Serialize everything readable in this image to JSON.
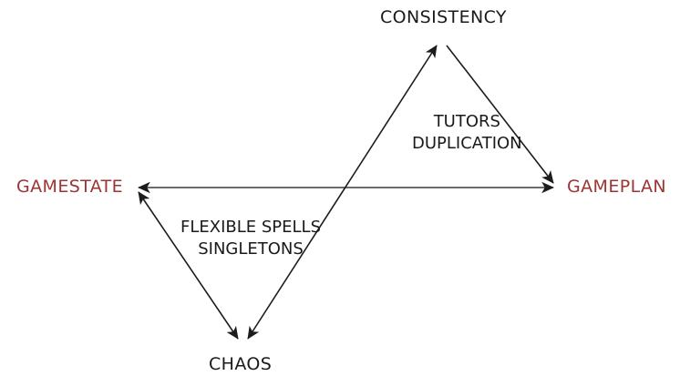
{
  "diagram": {
    "type": "tension-bowtie",
    "background_color": "#ffffff",
    "accent_color": "#9c3434",
    "line_color": "#262626",
    "text_color": "#1a1a1a",
    "nodes": [
      {
        "id": "gamestate",
        "label": "GAMESTATE",
        "position": "left",
        "color": "#9c3434"
      },
      {
        "id": "gameplan",
        "label": "GAMEPLAN",
        "position": "right",
        "color": "#9c3434"
      },
      {
        "id": "consistency",
        "label": "CONSISTENCY",
        "position": "top",
        "color": "#1a1a1a"
      },
      {
        "id": "chaos",
        "label": "CHAOS",
        "position": "bottom",
        "color": "#1a1a1a"
      }
    ],
    "edge_labels": [
      {
        "id": "tutors-duplication",
        "line1": "TUTORS",
        "line2": "DUPLICATION",
        "region": "upper-right"
      },
      {
        "id": "flexible-singletons",
        "line1": "FLEXIBLE SPELLS",
        "line2": "SINGLETONS",
        "region": "lower-left"
      }
    ],
    "edges": [
      {
        "id": "gamestate-gameplan",
        "from": "gamestate",
        "to": "gameplan",
        "arrows": "both"
      },
      {
        "id": "gamestate-chaos",
        "from": "gamestate",
        "to": "chaos",
        "arrows": "both"
      },
      {
        "id": "gamestate-consistency",
        "from": "gamestate",
        "to": "consistency",
        "arrows": "end"
      },
      {
        "id": "chaos-consistency",
        "from": "chaos",
        "to": "consistency",
        "arrows": "both"
      },
      {
        "id": "consistency-gameplan",
        "from": "consistency",
        "to": "gameplan",
        "arrows": "end"
      }
    ]
  }
}
